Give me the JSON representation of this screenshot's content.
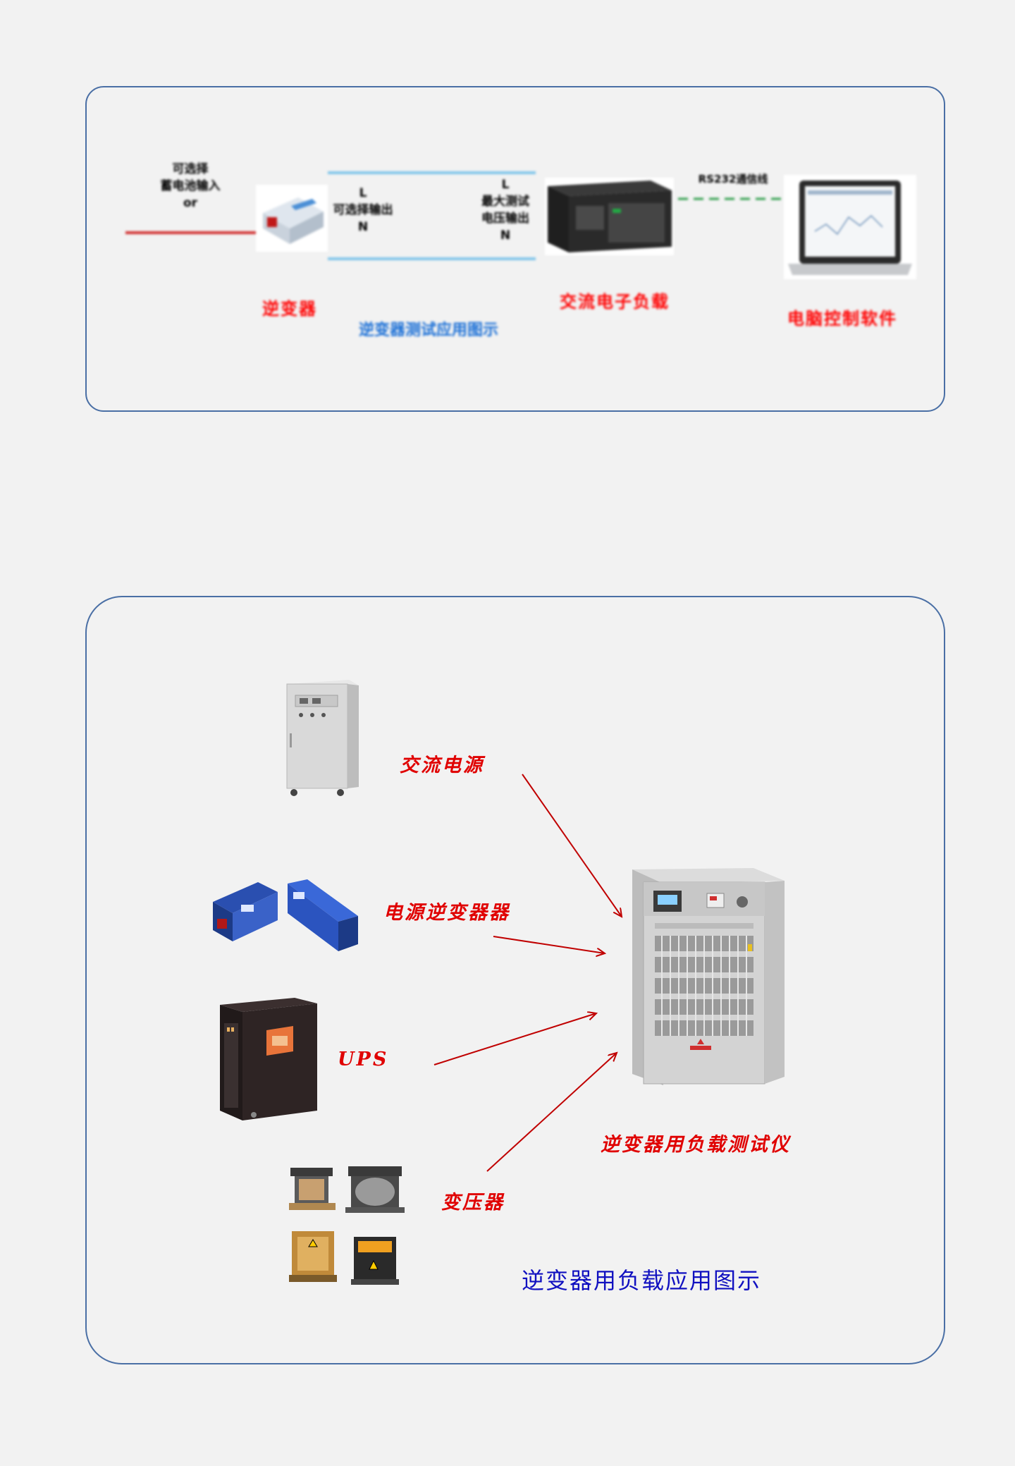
{
  "top_diagram": {
    "input_label_lines": [
      "可选择",
      "蓄电池输入",
      "or"
    ],
    "output_label_lines": [
      "L",
      "可选择输出",
      "N"
    ],
    "load_label_lines": [
      "L",
      "最大测试",
      "电压输出",
      "N"
    ],
    "comm_label": "RS232通信线",
    "device_labels": {
      "inverter": "逆变器",
      "electronic_load": "交流电子负载",
      "computer": "电脑控制软件"
    },
    "caption": "逆变器测试应用图示"
  },
  "bottom_diagram": {
    "sources": [
      {
        "label": "交流电源",
        "icon": "ac-power-cabinet-icon"
      },
      {
        "label": "电源逆变器器",
        "icon": "power-inverter-icon"
      },
      {
        "label": "UPS",
        "icon": "ups-icon"
      },
      {
        "label": "变压器",
        "icon": "transformer-icon"
      }
    ],
    "target_label": "逆变器用负载测试仪",
    "caption": "逆变器用负载应用图示"
  },
  "colors": {
    "panel_border": "#4a6fa5",
    "arrow": "#c00000",
    "label_red": "#e00000",
    "caption_blue": "#1010c0",
    "top_caption_blue": "#1a6fd6",
    "input_line": "#d03030",
    "output_line": "#7ec4ea",
    "comm_line": "#2e9e4a"
  }
}
